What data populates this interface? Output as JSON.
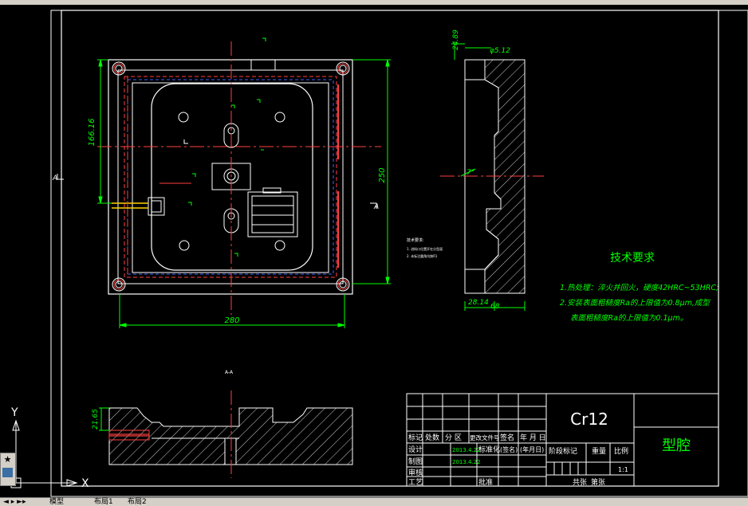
{
  "colors": {
    "background": "#000000",
    "outline": "#ffffff",
    "dimension": "#00ff00",
    "center": "#ff0000",
    "hidden": "#ff6060",
    "note": "#00ff00"
  },
  "dimensions": {
    "height_left": "166.16",
    "height_right": "250",
    "width_bottom": "280",
    "section_depth": "21.65",
    "side_top": "24.89",
    "side_dia": "φ5.12",
    "side_angle": "7°",
    "side_b1": "28.14",
    "side_b2": "68"
  },
  "labels": {
    "section_label": "A-A",
    "section_a_left": "A",
    "section_a_right": "A",
    "small_note_title": "技术要求:",
    "small_note_1": "1. 进料口位置开在分型面",
    "small_note_2": "2. 未标注圆角均按R1"
  },
  "tech": {
    "title": "技术要求",
    "line1": "1.热处理：淬火并回火，硬度42HRC~53HRC;",
    "line2": "2.安装表面粗糙度Ra的上限值为0.8μm,成型",
    "line3": "表面粗糙度Ra的上限值为0.1μm。"
  },
  "title_block": {
    "material": "Cr12",
    "part_name": "型腔",
    "h_mark": "标记",
    "h_count": "处数",
    "h_zone": "分 区",
    "h_docno": "更改文件号",
    "h_sign": "签名",
    "h_date": "年 月 日",
    "design": "设计",
    "design_date": "2013.4.22",
    "standard": "标准化",
    "standard_sign": "(签名)",
    "standard_date": "(年月日)",
    "draw": "制图",
    "draw_date": "2013.4.22",
    "review": "审核",
    "craft": "工艺",
    "approve": "批准",
    "stage_mark": "阶段标记",
    "weight": "重量",
    "scale": "比例",
    "scale_value": "1:1",
    "sheets": "共张",
    "sheet_no": "第张"
  },
  "ucs": {
    "y": "Y",
    "x": "X"
  },
  "tabs": {
    "model": "模型",
    "layout1": "布局1",
    "layout2": "布局2"
  }
}
